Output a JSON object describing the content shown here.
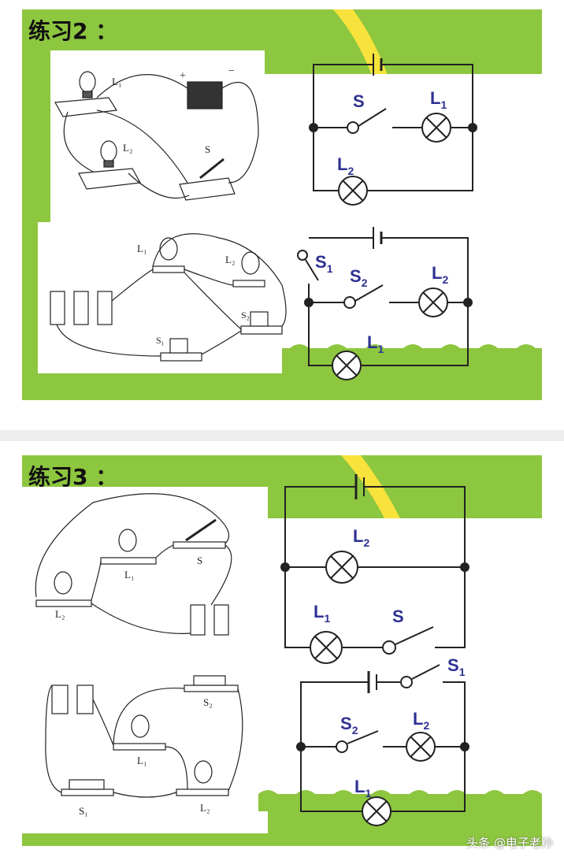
{
  "panel1": {
    "title": "练习2 ：",
    "sketch_top": {
      "L1": "L₁",
      "L2": "L₂",
      "S": "S",
      "plus": "+",
      "minus": "−"
    },
    "schematic_top": {
      "S": "S",
      "L1": "L",
      "L1_sub": "1",
      "L2": "L",
      "L2_sub": "2"
    },
    "sketch_bottom": {
      "L1": "L₁",
      "L2": "L₂",
      "S1": "S₁",
      "S2": "S₂"
    },
    "schematic_bottom": {
      "S1": "S",
      "S1_sub": "1",
      "S2": "S",
      "S2_sub": "2",
      "L2": "L",
      "L2_sub": "2",
      "L1": "L",
      "L1_sub": "1"
    }
  },
  "panel2": {
    "title": "练习3 ：",
    "sketch_top": {
      "L1": "L₁",
      "L2": "L₂",
      "S": "S"
    },
    "schematic_top": {
      "L2": "L",
      "L2_sub": "2",
      "L1": "L",
      "L1_sub": "1",
      "S": "S"
    },
    "sketch_bottom": {
      "S1": "S₁",
      "S2": "S₂",
      "L1": "L₁",
      "L2": "L₂"
    },
    "schematic_bottom": {
      "S1": "S",
      "S1_sub": "1",
      "S2": "S",
      "S2_sub": "2",
      "L2": "L",
      "L2_sub": "2",
      "L1": "L",
      "L1_sub": "1"
    }
  },
  "watermark": "头条 @电子老孙",
  "colors": {
    "green": "#8dc63f",
    "yellow": "#f7e33b",
    "label_blue": "#2e3192"
  }
}
